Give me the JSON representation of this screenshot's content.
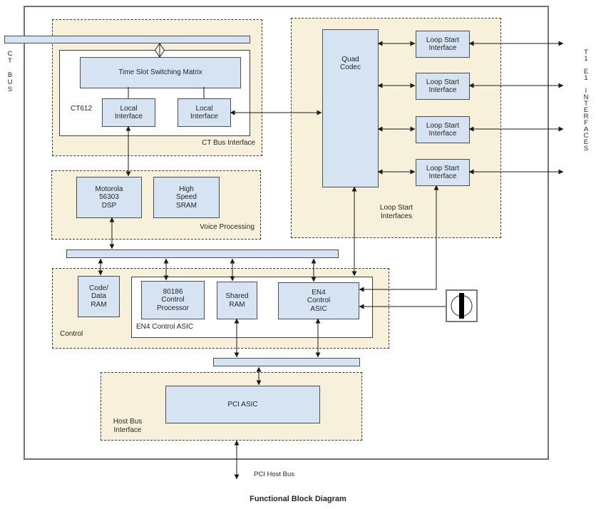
{
  "title": "Functional Block Diagram",
  "side_labels": {
    "ct_bus": "C\nT\n\nB\nU\nS",
    "t1_e1_interfaces": "T\n1\n\nE\n1\n\nI\nN\nT\nE\nR\nF\nA\nC\nE\nS"
  },
  "groups": {
    "ct_bus_interface": {
      "label": "CT Bus Interface",
      "chip_label": "CT612",
      "blocks": {
        "matrix": "Time Slot Switching Matrix",
        "local_left": "Local\nInterface",
        "local_right": "Local\nInterface"
      }
    },
    "voice_processing": {
      "label": "Voice Processing",
      "blocks": {
        "dsp": "Motorola\n56303\nDSP",
        "sram": "High\nSpeed\nSRAM"
      }
    },
    "control": {
      "label": "Control",
      "inner_label": "EN4 Control ASIC",
      "blocks": {
        "code_data_ram": "Code/\nData\nRAM",
        "processor": "80186\nControl\nProcessor",
        "shared_ram": "Shared\nRAM",
        "en4_asic": "EN4\nControl\nASIC"
      }
    },
    "host_bus_interface": {
      "label": "Host Bus\nInterface",
      "blocks": {
        "pci_asic": "PCI ASIC"
      }
    },
    "loop_start_interfaces": {
      "label": "Loop Start\nInterfaces",
      "blocks": {
        "quad_codec": "Quad\nCodec",
        "loop1": "Loop Start\nInterface",
        "loop2": "Loop Start\nInterface",
        "loop3": "Loop Start\nInterface",
        "loop4": "Loop Start\nInterface"
      }
    }
  },
  "annotations": {
    "pci_host_bus": "PCI Host Bus"
  },
  "colors": {
    "block_fill": "#d5e3f2",
    "group_fill": "#f7f0da",
    "box_border": "#4d4d4d",
    "outer_border": "#707070",
    "line": "#1a1a1a"
  }
}
